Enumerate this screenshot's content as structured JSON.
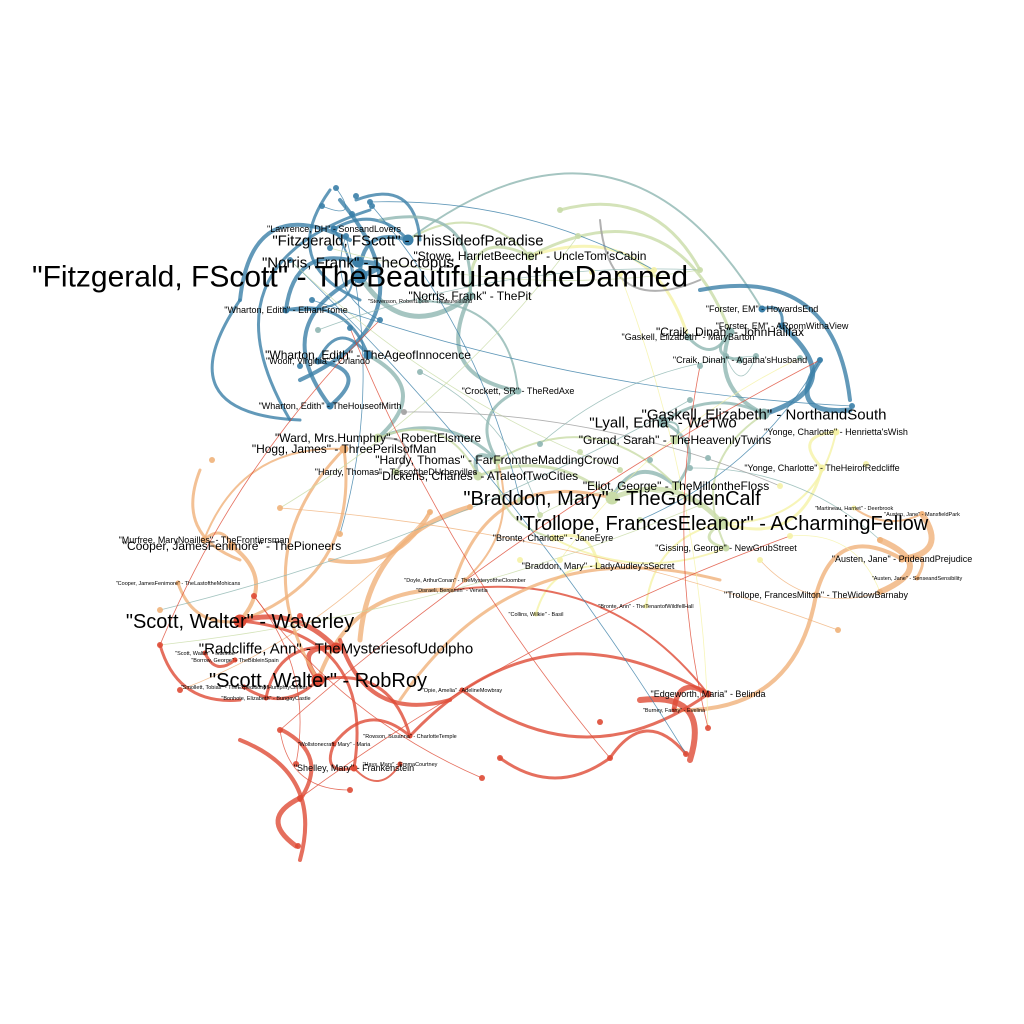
{
  "colors": {
    "background": "#ffffff",
    "label": "#000000",
    "palette": {
      "blue": "#3b7fa8",
      "teal": "#8fb6b2",
      "green": "#c9dca8",
      "yellow": "#f5f2a6",
      "orange": "#f0b27a",
      "red": "#de4b36",
      "grey": "#9e9e9e"
    }
  },
  "nodes": [
    {
      "id": "fitz_beautiful",
      "label": "\"Fitzgerald, FScott\" - TheBeautifulandtheDamned",
      "color": "blue",
      "emph": 5
    },
    {
      "id": "fitz_paradise",
      "label": "\"Fitzgerald, FScott\" - ThisSideofParadise",
      "color": "blue",
      "emph": 3
    },
    {
      "id": "norris_octopus",
      "label": "\"Norris, Frank\" - TheOctopus",
      "color": "blue",
      "emph": 3
    },
    {
      "id": "norris_pit",
      "label": "\"Norris, Frank\" - ThePit",
      "color": "teal",
      "emph": 2
    },
    {
      "id": "stowe_cabin",
      "label": "\"Stowe, HarrietBeecher\" - UncleTom'sCabin",
      "color": "green",
      "emph": 2
    },
    {
      "id": "lawrence",
      "label": "\"Lawrence, DH\" - SonsandLovers",
      "color": "blue",
      "emph": 1
    },
    {
      "id": "wharton_frome",
      "label": "\"Wharton, Edith\" - EthanFrome",
      "color": "blue",
      "emph": 1
    },
    {
      "id": "wharton_age",
      "label": "\"Wharton, Edith\" - TheAgeofInnocence",
      "color": "blue",
      "emph": 2
    },
    {
      "id": "woolf_orlando",
      "label": "\"Woolf, Virginia\" - Orlando",
      "color": "blue",
      "emph": 1
    },
    {
      "id": "wharton_mirth",
      "label": "\"Wharton, Edith\" - TheHouseofMirth",
      "color": "blue",
      "emph": 1
    },
    {
      "id": "stevenson",
      "label": "\"Stevenson, RobertLouis\" - TreasureIsland",
      "color": "teal",
      "emph": 0
    },
    {
      "id": "crockett",
      "label": "\"Crockett, SR\" - TheRedAxe",
      "color": "teal",
      "emph": 1
    },
    {
      "id": "forster_howards",
      "label": "\"Forster, EM\" - HowardsEnd",
      "color": "blue",
      "emph": 1
    },
    {
      "id": "forster_room",
      "label": "\"Forster, EM\" - ARoomWithaView",
      "color": "blue",
      "emph": 1
    },
    {
      "id": "craik_halifax",
      "label": "\"Craik, Dinah\" - JohnHalifax",
      "color": "teal",
      "emph": 2
    },
    {
      "id": "gaskell_barton",
      "label": "\"Gaskell, Elizabeth\" - MaryBarton",
      "color": "teal",
      "emph": 1
    },
    {
      "id": "craik_agatha",
      "label": "\"Craik, Dinah\" - Agatha'sHusband",
      "color": "teal",
      "emph": 1
    },
    {
      "id": "gaskell_north",
      "label": "\"Gaskell, Elizabeth\" - NorthandSouth",
      "color": "teal",
      "emph": 3
    },
    {
      "id": "lyall",
      "label": "\"Lyall, Edna\" - WeTwo",
      "color": "teal",
      "emph": 3
    },
    {
      "id": "grand",
      "label": "\"Grand, Sarah\" - TheHeavenlyTwins",
      "color": "green",
      "emph": 2
    },
    {
      "id": "yonge_henrietta",
      "label": "\"Yonge, Charlotte\" - Henrietta'sWish",
      "color": "yellow",
      "emph": 1
    },
    {
      "id": "yonge_redcliffe",
      "label": "\"Yonge, Charlotte\" - TheHeirofRedcliffe",
      "color": "yellow",
      "emph": 1
    },
    {
      "id": "ward",
      "label": "\"Ward, Mrs.Humphry\" - RobertElsmere",
      "color": "green",
      "emph": 2
    },
    {
      "id": "hogg",
      "label": "\"Hogg, James\" - ThreePerilsofMan",
      "color": "orange",
      "emph": 2
    },
    {
      "id": "hardy_madding",
      "label": "\"Hardy, Thomas\" - FarFromtheMaddingCrowd",
      "color": "green",
      "emph": 2
    },
    {
      "id": "hardy_tess",
      "label": "\"Hardy, Thomas\" - TessoftheDUrbervilles",
      "color": "green",
      "emph": 1
    },
    {
      "id": "dickens",
      "label": "\"Dickens, Charles\" - ATaleofTwoCities",
      "color": "green",
      "emph": 2
    },
    {
      "id": "eliot",
      "label": "\"Eliot, George\" - TheMillontheFloss",
      "color": "green",
      "emph": 2
    },
    {
      "id": "braddon_calf",
      "label": "\"Braddon, Mary\" - TheGoldenCalf",
      "color": "green",
      "emph": 4
    },
    {
      "id": "trollope_charming",
      "label": "\"Trollope, FrancesEleanor\" - ACharmingFellow",
      "color": "green",
      "emph": 4
    },
    {
      "id": "bronte_eyre",
      "label": "\"Bronte, Charlotte\" - JaneEyre",
      "color": "yellow",
      "emph": 1
    },
    {
      "id": "gissing",
      "label": "\"Gissing, George\" - NewGrubStreet",
      "color": "green",
      "emph": 1
    },
    {
      "id": "braddon_audley",
      "label": "\"Braddon, Mary\" - LadyAudley'sSecret",
      "color": "yellow",
      "emph": 1
    },
    {
      "id": "trollope_barnaby",
      "label": "\"Trollope, FrancesMilton\" - TheWidowBarnaby",
      "color": "orange",
      "emph": 1
    },
    {
      "id": "austen_pride",
      "label": "\"Austen, Jane\" - PrideandPrejudice",
      "color": "orange",
      "emph": 1
    },
    {
      "id": "austen_sense",
      "label": "\"Austen, Jane\" - SenseandSensibility",
      "color": "orange",
      "emph": 0
    },
    {
      "id": "austen_mansfield",
      "label": "\"Austen, Jane\" - MansfieldPark",
      "color": "orange",
      "emph": 0
    },
    {
      "id": "martineau",
      "label": "\"Martineau, Harriet\" - Deerbrook",
      "color": "yellow",
      "emph": 0
    },
    {
      "id": "murfree",
      "label": "\"Murfree, MaryNoailles\" - TheFrontiersman",
      "color": "orange",
      "emph": 1
    },
    {
      "id": "cooper_pioneers",
      "label": "\"Cooper, JamesFenimore\" - ThePioneers",
      "color": "orange",
      "emph": 2
    },
    {
      "id": "cooper_mohicans",
      "label": "\"Cooper, JamesFenimore\" - TheLastoftheMohicans",
      "color": "orange",
      "emph": 0
    },
    {
      "id": "doyle",
      "label": "\"Doyle, ArthurConan\" - TheMysteryoftheCloomber",
      "color": "orange",
      "emph": 0
    },
    {
      "id": "disraeli",
      "label": "\"Disraeli, Benjamin\" - Venetia",
      "color": "orange",
      "emph": 0
    },
    {
      "id": "collins",
      "label": "\"Collins, Wilkie\" - Basil",
      "color": "yellow",
      "emph": 0
    },
    {
      "id": "bronte_anne",
      "label": "\"Bronte, Ann\" - TheTenantofWildfellHall",
      "color": "yellow",
      "emph": 0
    },
    {
      "id": "scott_waverley",
      "label": "\"Scott, Walter\" - Waverley",
      "color": "red",
      "emph": 4
    },
    {
      "id": "radcliffe",
      "label": "\"Radcliffe, Ann\" - TheMysteriesofUdolpho",
      "color": "red",
      "emph": 3
    },
    {
      "id": "scott_robroy",
      "label": "\"Scott, Walter\" - RobRoy",
      "color": "red",
      "emph": 4
    },
    {
      "id": "scott_ivanhoe",
      "label": "\"Scott, Walter\" - Ivanhoe",
      "color": "red",
      "emph": 0
    },
    {
      "id": "borrow",
      "label": "\"Borrow, George\" - TheBibleinSpain",
      "color": "red",
      "emph": 0
    },
    {
      "id": "smollett",
      "label": "\"Smollett, Tobias\" - TheExpeditionofHumphryClinker",
      "color": "red",
      "emph": 0
    },
    {
      "id": "bonhote",
      "label": "\"Bonhote, Elizabeth\" - BungayCastle",
      "color": "red",
      "emph": 0
    },
    {
      "id": "edgeworth",
      "label": "\"Edgeworth, Maria\" - Belinda",
      "color": "red",
      "emph": 1
    },
    {
      "id": "burney",
      "label": "\"Burney, Fanny\" - Evelina",
      "color": "red",
      "emph": 0
    },
    {
      "id": "opie",
      "label": "\"Opie, Amelia\" - AdelineMowbray",
      "color": "red",
      "emph": 0
    },
    {
      "id": "rowson",
      "label": "\"Rowson, Susanna\" - CharlotteTemple",
      "color": "red",
      "emph": 0
    },
    {
      "id": "hays",
      "label": "\"Hays, Mary\" - EmmaCourtney",
      "color": "red",
      "emph": 0
    },
    {
      "id": "shelley",
      "label": "\"Shelley, Mary\" - Frankenstein",
      "color": "red",
      "emph": 1
    },
    {
      "id": "wollstonecraft",
      "label": "\"Wollstonecraft, Mary\" - Maria",
      "color": "red",
      "emph": 0
    }
  ]
}
